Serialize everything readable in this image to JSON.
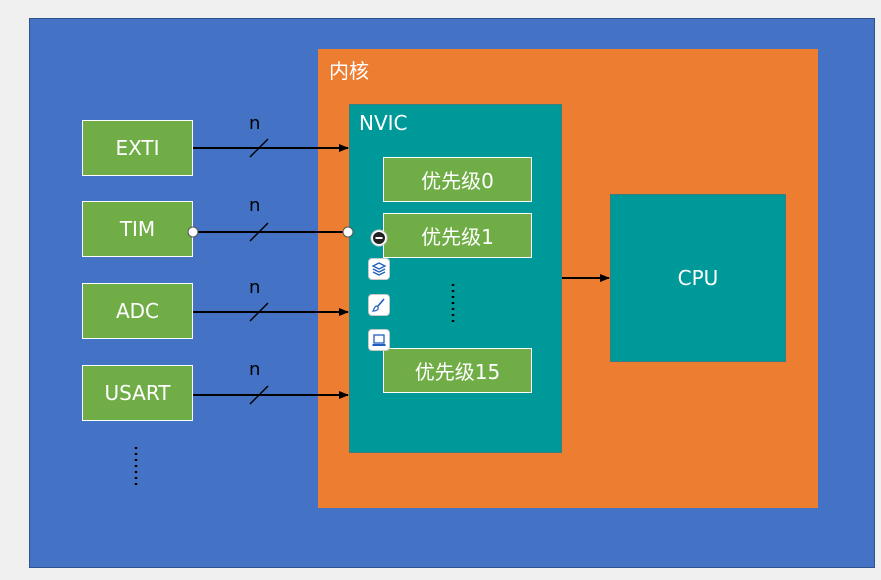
{
  "core": {
    "label": "内核"
  },
  "nvic": {
    "label": "NVIC"
  },
  "sources": [
    "EXTI",
    "TIM",
    "ADC",
    "USART"
  ],
  "bus_labels": [
    "n",
    "n",
    "n",
    "n"
  ],
  "priorities": [
    "优先级0",
    "优先级1",
    "优先级15"
  ],
  "cpu": {
    "label": "CPU"
  },
  "toolbar": {
    "icons": [
      "minus-circle-icon",
      "layers-icon",
      "brush-icon",
      "laptop-icon"
    ]
  },
  "colors": {
    "background": "#4472c4",
    "core": "#ed7d31",
    "nvic": "#00999a",
    "block": "#70ad47",
    "arrow": "#000000"
  }
}
